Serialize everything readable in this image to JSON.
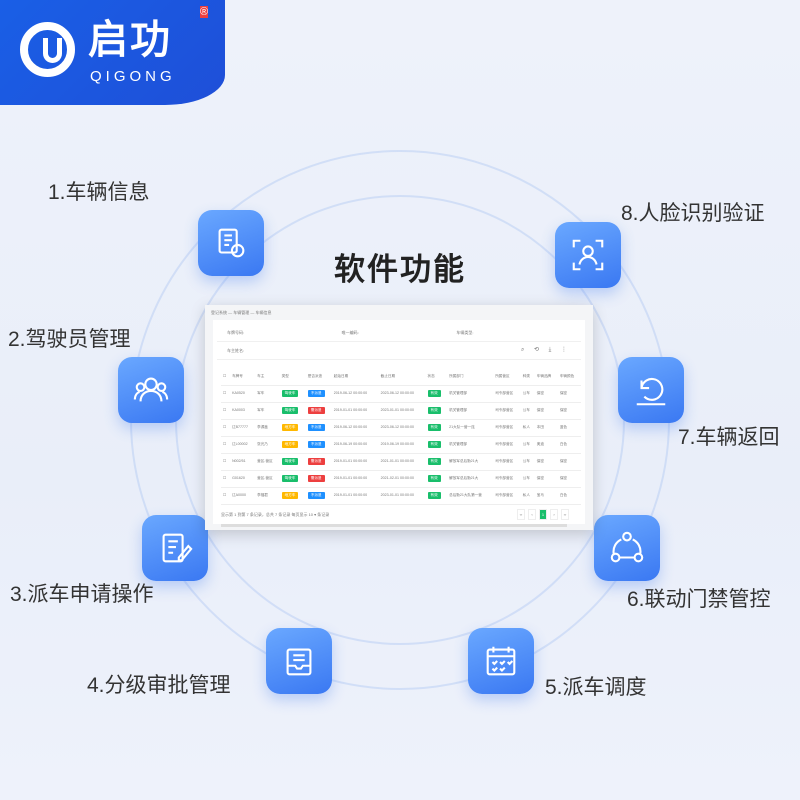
{
  "logo": {
    "cn": "启功",
    "en": "QIGONG",
    "reg": "®"
  },
  "title": "软件功能",
  "features": [
    {
      "label": "1.车辆信息",
      "icon": "vehicle-document-icon"
    },
    {
      "label": "2.驾驶员管理",
      "icon": "users-icon"
    },
    {
      "label": "3.派车申请操作",
      "icon": "edit-form-icon"
    },
    {
      "label": "4.分级审批管理",
      "icon": "inbox-tray-icon"
    },
    {
      "label": "5.派车调度",
      "icon": "calendar-check-icon"
    },
    {
      "label": "6.联动门禁管控",
      "icon": "share-nodes-icon"
    },
    {
      "label": "7.车辆返回",
      "icon": "return-arrow-icon"
    },
    {
      "label": "8.人脸识别验证",
      "icon": "face-scan-icon"
    }
  ],
  "screenshot": {
    "breadcrumb": "登记系统 — 车辆管理 — 车辆信息",
    "filters": [
      "车牌号码:",
      "唯一编码:",
      "车辆类型:",
      "车主姓名:"
    ],
    "tools": "⌕ ⟲ ⤓ ⋮",
    "columns": [
      "车牌号",
      "车主",
      "类型",
      "是否派遣",
      "起始日期",
      "截止日期",
      "状态",
      "所属部门",
      "所属营区",
      "种类",
      "车辆品牌",
      "车辆颜色"
    ],
    "rows": [
      [
        "KA0520",
        "军车",
        "驾驶车",
        "不派遣",
        "2019-06-12 00:00:00",
        "2023-06-12 00:00:00",
        "有效",
        "机关管理部",
        "司令部营区",
        "公车",
        "保密",
        "保密"
      ],
      [
        "KA0003",
        "军车",
        "驾驶车",
        "需派遣",
        "2019-01-01 00:00:00",
        "2023-01-01 00:00:00",
        "有效",
        "机关管理部",
        "司令部营区",
        "公车",
        "保密",
        "保密"
      ],
      [
        "辽B77777",
        "李源鑫",
        "地方车",
        "不派遣",
        "2019-06-12 00:00:00",
        "2023-06-12 00:00:00",
        "有效",
        "21大队一营一连",
        "司令部营区",
        "私人",
        "本田",
        "蓝色"
      ],
      [
        "辽L00002",
        "张光乃",
        "地方车",
        "不派遣",
        "2019-06-19 00:00:00",
        "2019-06-19 00:00:00",
        "有效",
        "机关管理部",
        "司令部营区",
        "公车",
        "奥迪",
        "白色"
      ],
      [
        "N002/51",
        "营区-营区",
        "驾驶车",
        "需派遣",
        "2019-01-01 00:00:00",
        "2021-01-01 00:00:00",
        "有效",
        "解放军总后勤21大",
        "司令部营区",
        "公车",
        "保密",
        "保密"
      ],
      [
        "G01620",
        "营区-营区",
        "驾驶车",
        "需派遣",
        "2019-01-01 00:00:00",
        "2021-02-01 00:00:00",
        "有效",
        "解放军总后勤21大",
        "司令部营区",
        "公车",
        "保密",
        "保密"
      ],
      [
        "辽A0000",
        "李福君",
        "地方车",
        "不派遣",
        "2019-01-01 00:00:00",
        "2023-01-01 00:00:00",
        "有效",
        "总后勤21大队第一营",
        "司令部营区",
        "私人",
        "宝马",
        "白色"
      ]
    ],
    "footer": "显示第 1 到第 7 条记录，总共 7 条记录 每页显示 10 ▾ 条记录",
    "pagination": [
      "‹‹",
      "‹",
      "1",
      "›",
      "››"
    ]
  },
  "colors": {
    "accent": "#3a78f2",
    "green": "#19be6b",
    "yellow": "#ffb800",
    "blue": "#1e90ff",
    "red": "#ed3f3f"
  }
}
